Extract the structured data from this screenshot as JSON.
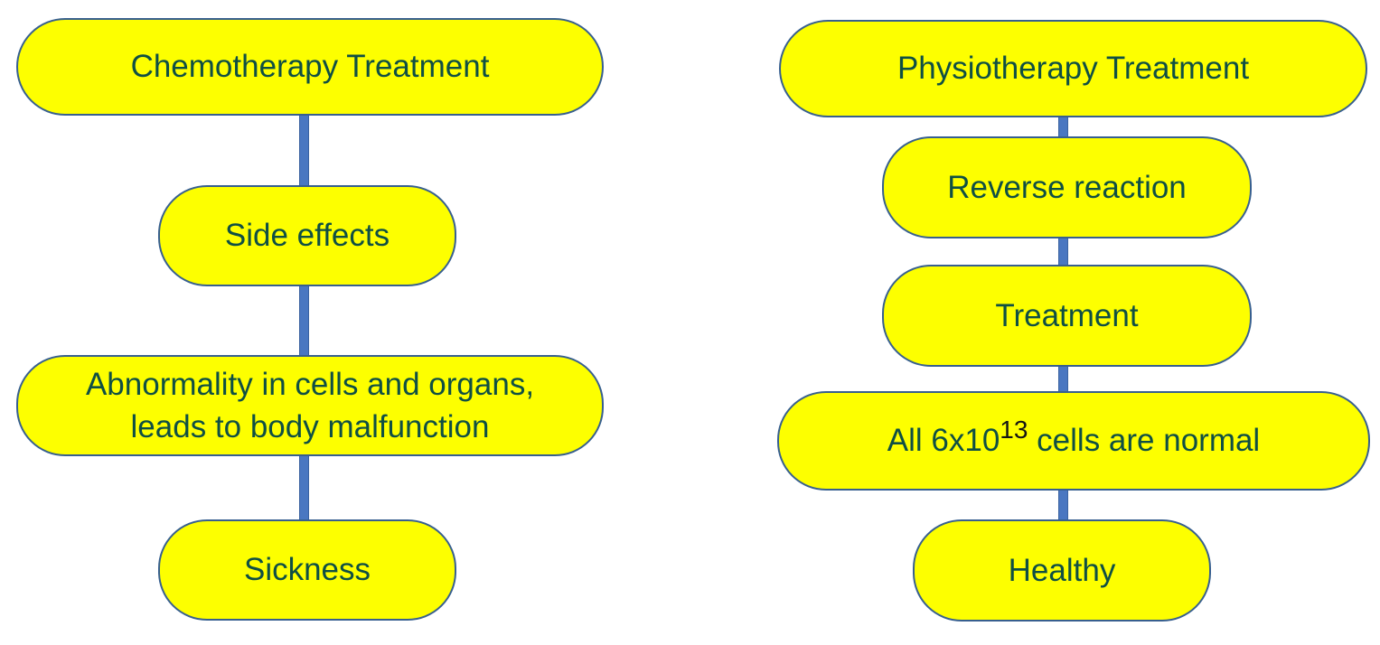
{
  "diagram": {
    "palette": {
      "node_fill": "#fdff00",
      "node_border": "#375f8f",
      "connector": "#4a77c1",
      "text": "#0f4f44",
      "superscript_text": "#151515",
      "background": "#ffffff"
    },
    "columns": [
      {
        "name": "chemotherapy-flow",
        "nodes": [
          {
            "label": "Chemotherapy Treatment"
          },
          {
            "label": "Side effects"
          },
          {
            "label_lines": [
              "Abnormality in cells and organs,",
              "leads to body malfunction"
            ]
          },
          {
            "label": "Sickness"
          }
        ]
      },
      {
        "name": "physiotherapy-flow",
        "nodes": [
          {
            "label": "Physiotherapy Treatment"
          },
          {
            "label": "Reverse reaction"
          },
          {
            "label": "Treatment"
          },
          {
            "prefix": "All 6x10",
            "superscript": "13",
            "suffix": " cells are normal"
          },
          {
            "label": "Healthy"
          }
        ]
      }
    ]
  }
}
